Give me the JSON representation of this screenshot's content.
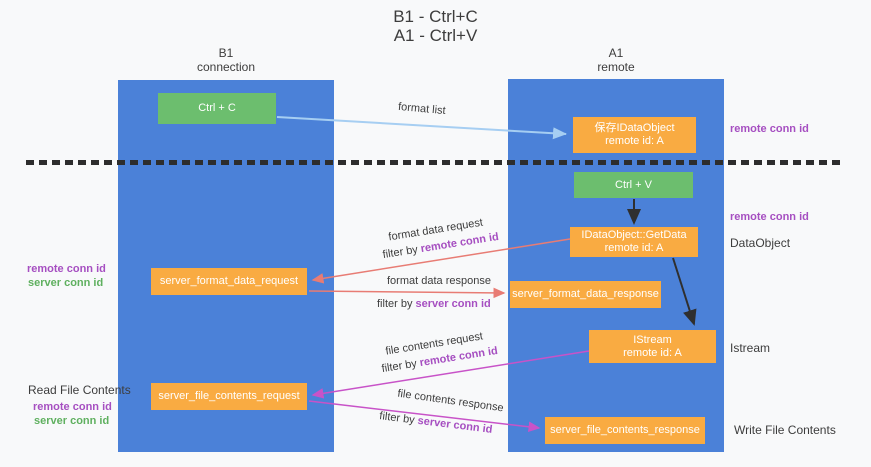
{
  "title": {
    "line1": "B1 - Ctrl+C",
    "line2": "A1 - Ctrl+V"
  },
  "columns": {
    "left": {
      "name": "B1",
      "role": "connection"
    },
    "right": {
      "name": "A1",
      "role": "remote"
    }
  },
  "nodes": {
    "ctrl_c": {
      "label": "Ctrl + C"
    },
    "save_dataobject": {
      "line1": "保存IDataObject",
      "line2": "remote id: A"
    },
    "ctrl_v": {
      "label": "Ctrl + V"
    },
    "getdata": {
      "line1": "IDataObject::GetData",
      "line2": "remote id: A"
    },
    "istream": {
      "line1": "IStream",
      "line2": "remote id: A"
    },
    "server_format_data_request": {
      "label": "server_format_data_request"
    },
    "server_format_data_response": {
      "label": "server_format_data_response"
    },
    "server_file_contents_request": {
      "label": "server_file_contents_request"
    },
    "server_file_contents_response": {
      "label": "server_file_contents_response"
    }
  },
  "side_labels": {
    "remote_conn_id_top": "remote conn id",
    "remote_conn_id_mid": "remote conn id",
    "dataobject": "DataObject",
    "istream": "Istream",
    "write_file_contents": "Write File Contents",
    "read_file_contents": "Read File Contents",
    "left_remote_conn_id_1": "remote conn id",
    "left_server_conn_id_1": "server conn id",
    "left_remote_conn_id_2": "remote conn id",
    "left_server_conn_id_2": "server conn id"
  },
  "arrow_labels": {
    "format_list": "format list",
    "format_data_request": "format data request",
    "format_data_response": "format data response",
    "file_contents_request": "file contents request",
    "file_contents_response": "file contents response",
    "filter_by": "filter by",
    "remote_conn_id": "remote conn id",
    "server_conn_id": "server conn id"
  },
  "colors": {
    "column_blue": "#4b81d8",
    "box_green": "#6cbe6e",
    "box_orange": "#f9ab42",
    "arrow_blue": "#a6cef2",
    "arrow_black": "#2f2f2f",
    "arrow_salmon": "#e87c74",
    "arrow_magenta": "#c853c8",
    "text_dark": "#3d3d3d",
    "text_purple": "#a64fc1",
    "text_green": "#5fb05f",
    "divider_black": "#2d2d2d"
  }
}
